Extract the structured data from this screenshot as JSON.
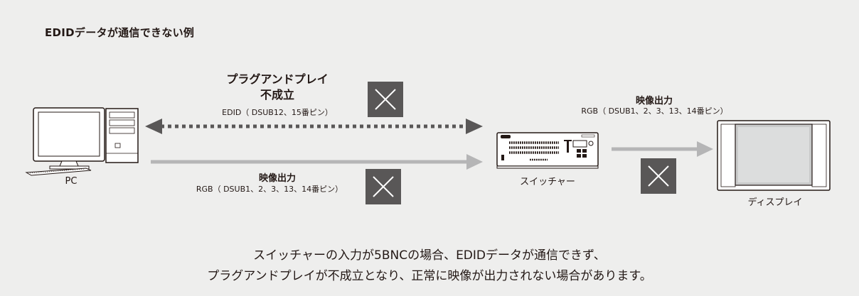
{
  "title": "EDIDデータが通信できない例",
  "pnp_label": {
    "line1": "プラグアンドプレイ",
    "line2": "不成立",
    "detail": "EDID（ DSUB12、15番ピン）"
  },
  "pc_output_label": {
    "line1": "映像出力",
    "detail": "RGB（ DSUB1、2、3、13、14番ピン）"
  },
  "switcher_output_label": {
    "line1": "映像出力",
    "detail": "RGB（ DSUB1、2、3、13、14番ピン）"
  },
  "devices": {
    "pc": "PC",
    "switcher": "スイッチャー",
    "display": "ディスプレイ"
  },
  "note": {
    "line1": "スイッチャーの入力が5BNCの場合、EDIDデータが通信できず、",
    "line2": "プラグアンドプレイが不成立となり、正常に映像が出力されない場合があります。"
  },
  "colors": {
    "background": "#eeeeed",
    "arrow_dotted": "#595757",
    "arrow_solid": "#b5b5b6",
    "x_box": "#595757"
  }
}
